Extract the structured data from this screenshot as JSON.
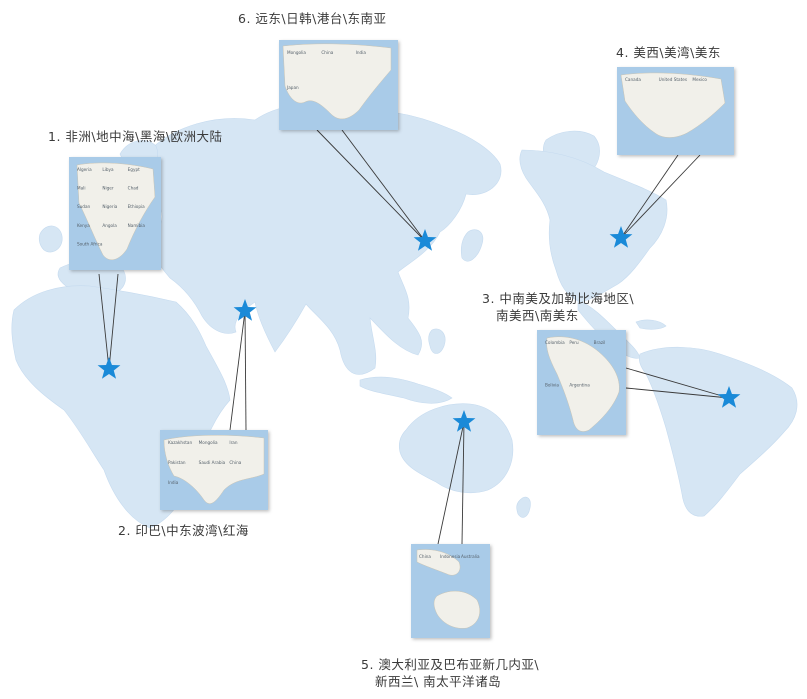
{
  "regions": [
    {
      "id": "africa",
      "label_lines": [
        "1. 非洲\\地中海\\黑海\\欧洲大陆"
      ],
      "thumbnail_labels": [
        "Algeria",
        "Libya",
        "Egypt",
        "Mali",
        "Niger",
        "Chad",
        "Sudan",
        "Nigeria",
        "Ethiopia",
        "Kenya",
        "Angola",
        "Namibia",
        "South Africa"
      ]
    },
    {
      "id": "india-middle-east",
      "label_lines": [
        "2. 印巴\\中东波湾\\红海"
      ],
      "thumbnail_labels": [
        "Kazakhstan",
        "Mongolia",
        "Iran",
        "Pakistan",
        "Saudi Arabia",
        "China",
        "India"
      ]
    },
    {
      "id": "latin-america",
      "label_lines": [
        "3. 中南美及加勒比海地区\\",
        "南美西\\南美东"
      ],
      "thumbnail_labels": [
        "Colombia",
        "Peru",
        "Brazil",
        "Bolivia",
        "Argentina"
      ]
    },
    {
      "id": "north-america",
      "label_lines": [
        "4. 美西\\美湾\\美东"
      ],
      "thumbnail_labels": [
        "Canada",
        "United States",
        "Mexico"
      ]
    },
    {
      "id": "oceania",
      "label_lines": [
        "5. 澳大利亚及巴布亚新几内亚\\",
        "新西兰\\ 南太平洋诸岛"
      ],
      "thumbnail_labels": [
        "China",
        "Indonesia",
        "Australia"
      ]
    },
    {
      "id": "far-east",
      "label_lines": [
        "6. 远东\\日韩\\港台\\东南亚"
      ],
      "thumbnail_labels": [
        "Mongolia",
        "China",
        "India",
        "Japan"
      ]
    }
  ],
  "colors": {
    "land": "#d6e6f4",
    "land_edge": "#c6dbef",
    "star": "#1a8ad8",
    "thumb_ocean": "#a9cbe8",
    "thumb_land": "#f1f0ea",
    "leader_line": "#3a3a3a",
    "label_text": "#3a3a3a"
  },
  "icons": {
    "location_marker": "star-icon"
  }
}
